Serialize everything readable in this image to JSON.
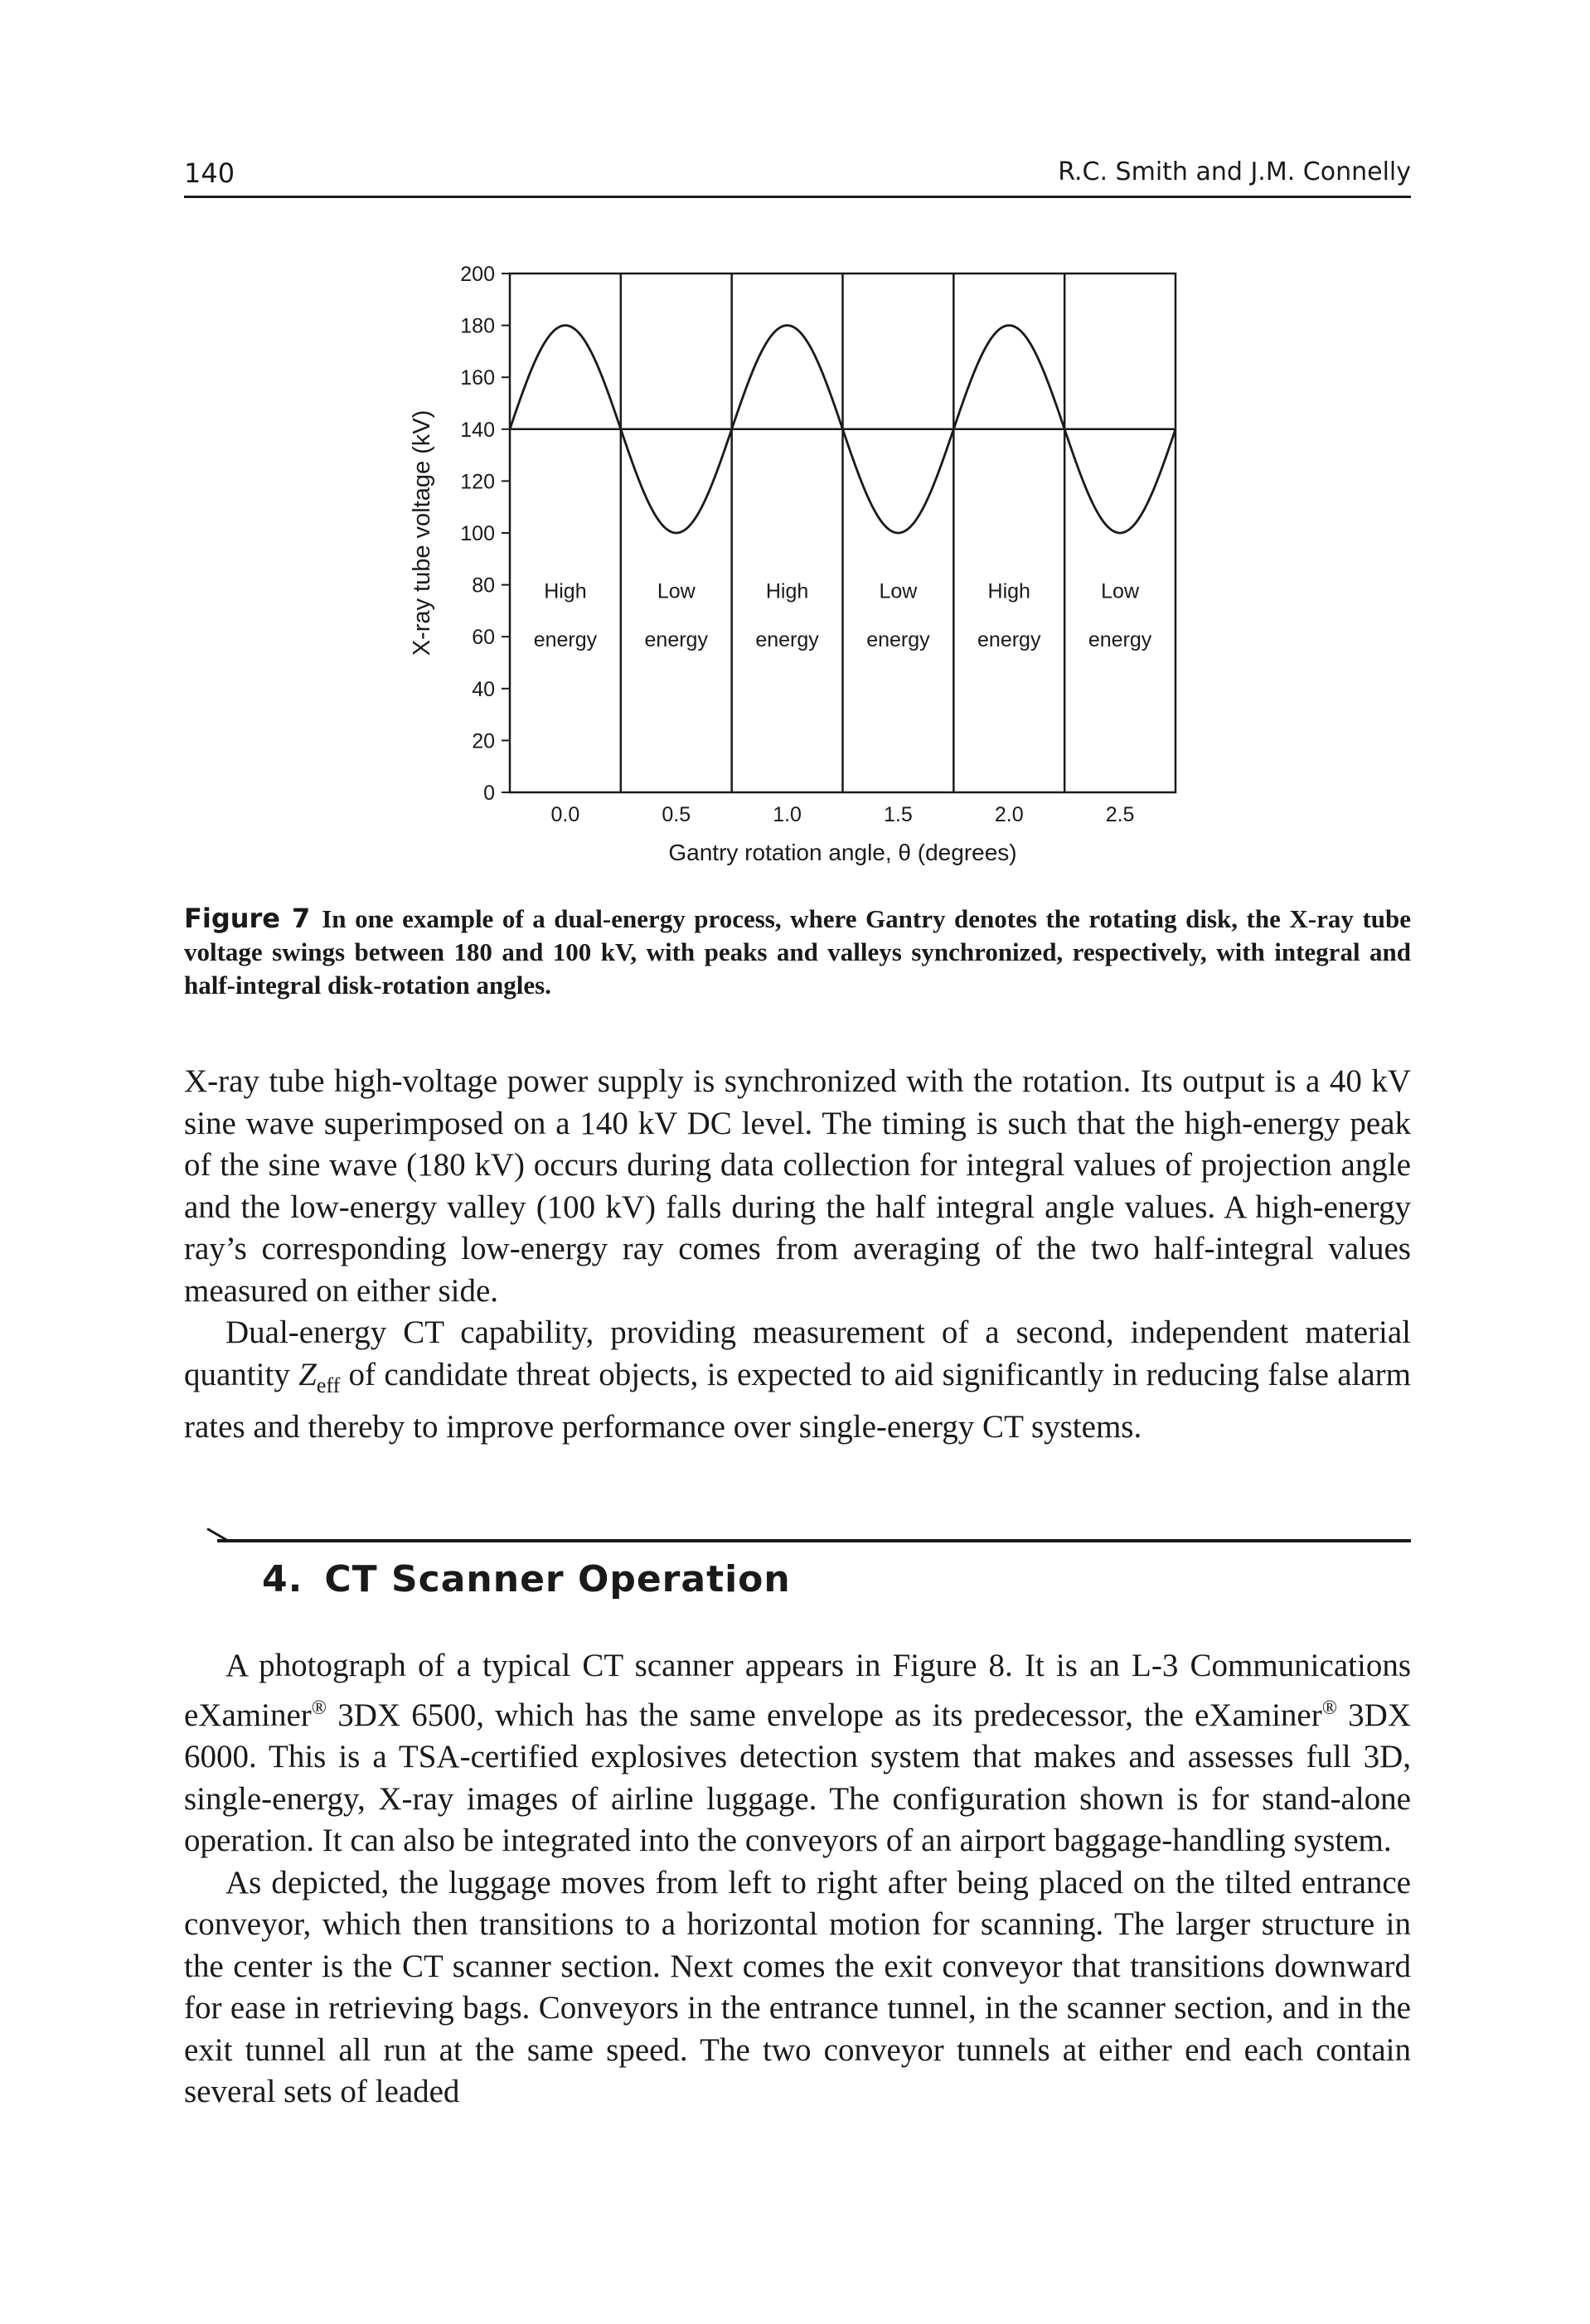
{
  "header": {
    "page_number": "140",
    "authors": "R.C. Smith and J.M. Connelly"
  },
  "chart_data": {
    "type": "line",
    "xlabel": "Gantry rotation angle, θ (degrees)",
    "ylabel": "X-ray tube voltage (kV)",
    "xlim": [
      -0.25,
      2.75
    ],
    "ylim": [
      0,
      200
    ],
    "x_ticks": [
      "0.0",
      "0.5",
      "1.0",
      "1.5",
      "2.0",
      "2.5"
    ],
    "y_ticks": [
      "0",
      "20",
      "40",
      "60",
      "80",
      "100",
      "120",
      "140",
      "160",
      "180",
      "200"
    ],
    "reference_line_kv": 140,
    "series": [
      {
        "formula": "140 + 40*cos(2*pi*theta)",
        "x": [
          -0.25,
          0,
          0.25,
          0.5,
          0.75,
          1,
          1.25,
          1.5,
          1.75,
          2,
          2.25,
          2.5,
          2.75
        ],
        "y": [
          140,
          180,
          140,
          100,
          140,
          180,
          140,
          100,
          140,
          180,
          140,
          100,
          140
        ]
      }
    ],
    "vertical_dividers": [
      0.25,
      0.75,
      1.25,
      1.75,
      2.25
    ],
    "region_labels": [
      {
        "x": 0.0,
        "line1": "High",
        "line2": "energy"
      },
      {
        "x": 0.5,
        "line1": "Low",
        "line2": "energy"
      },
      {
        "x": 1.0,
        "line1": "High",
        "line2": "energy"
      },
      {
        "x": 1.5,
        "line1": "Low",
        "line2": "energy"
      },
      {
        "x": 2.0,
        "line1": "High",
        "line2": "energy"
      },
      {
        "x": 2.5,
        "line1": "Low",
        "line2": "energy"
      }
    ]
  },
  "figure": {
    "label": "Figure 7",
    "caption": "In one example of a dual-energy process, where Gantry denotes the rotating disk, the X-ray tube voltage swings between 180 and 100 kV, with peaks and valleys synchronized, respectively, with integral and half-integral disk-rotation angles."
  },
  "body": {
    "p1": "X-ray tube high-voltage power supply is synchronized with the rotation. Its output is a 40 kV sine wave superimposed on a 140 kV DC level. The timing is such that the high-energy peak of the sine wave (180 kV) occurs during data collection for integral values of projection angle and the low-energy valley (100 kV) falls during the half integral angle values. A high-energy ray’s corresponding low-energy ray comes from averaging of the two half-integral values measured on either side.",
    "p2_a": "Dual-energy CT capability, providing measurement of a second, independent material quantity ",
    "p2_z": "Z",
    "p2_sub": "eff",
    "p2_b": " of candidate threat objects, is expected to aid significantly in reducing false alarm rates and thereby to improve performance over single-energy CT systems."
  },
  "section": {
    "number": "4.",
    "title": "CT Scanner Operation"
  },
  "section_body": {
    "p1_a": "A photograph of a typical CT scanner appears in Figure 8. It is an L-3 Communications eXaminer",
    "p1_reg": "®",
    "p1_b": " 3DX 6500, which has the same envelope as its predecessor, the eXaminer",
    "p1_reg2": "®",
    "p1_c": " 3DX 6000. This is a TSA-certified explosives detection system that makes and assesses full 3D, single-energy, X-ray images of airline luggage. The configuration shown is for stand-alone operation. It can also be integrated into the conveyors of an airport baggage-handling system.",
    "p2": "As depicted, the luggage moves from left to right after being placed on the tilted entrance conveyor, which then transitions to a horizontal motion for scanning. The larger structure in the center is the CT scanner section. Next comes the exit conveyor that transitions downward for ease in retrieving bags. Conveyors in the entrance tunnel, in the scanner section, and in the exit tunnel all run at the same speed. The two conveyor tunnels at either end each contain several sets of leaded"
  }
}
